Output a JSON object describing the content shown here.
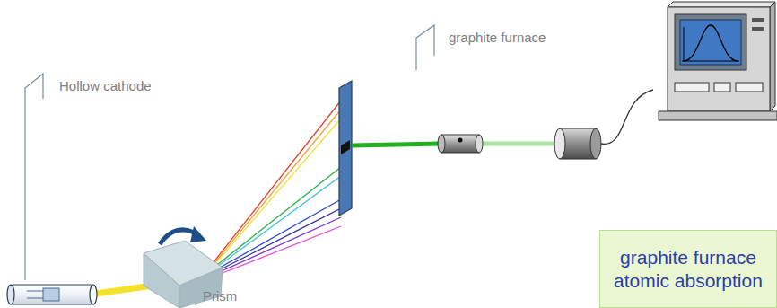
{
  "diagram": {
    "nodes": [
      {
        "text": [
          "graphite furnace atomic absorption"
        ]
      }
    ],
    "edges": [],
    "labels": [
      "Hollow cathode",
      "Prism",
      "graphite furnace"
    ]
  }
}
